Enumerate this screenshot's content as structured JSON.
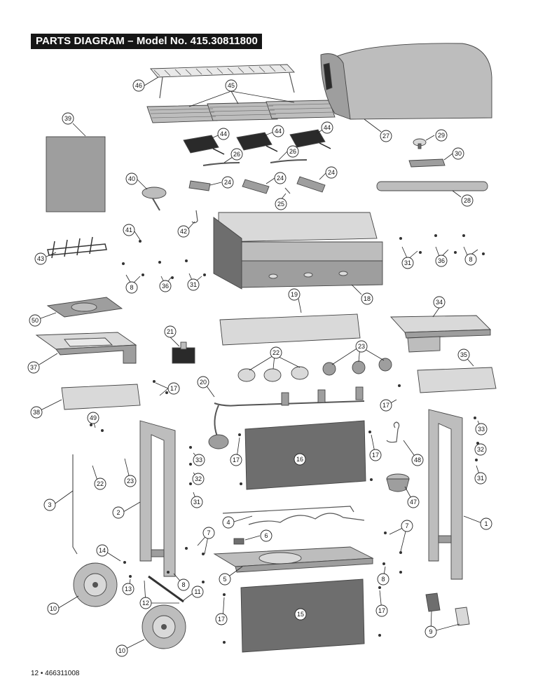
{
  "header": {
    "title": "PARTS DIAGRAM – Model No. 415.30811800"
  },
  "footer": {
    "page_ref": "12 • 466311008"
  },
  "callouts": [
    {
      "id": "c46",
      "label": "46"
    },
    {
      "id": "c45",
      "label": "45"
    },
    {
      "id": "c27",
      "label": "27"
    },
    {
      "id": "c39",
      "label": "39"
    },
    {
      "id": "c44a",
      "label": "44"
    },
    {
      "id": "c44b",
      "label": "44"
    },
    {
      "id": "c44c",
      "label": "44"
    },
    {
      "id": "c29",
      "label": "29"
    },
    {
      "id": "c30",
      "label": "30"
    },
    {
      "id": "c26a",
      "label": "26"
    },
    {
      "id": "c26b",
      "label": "26"
    },
    {
      "id": "c40",
      "label": "40"
    },
    {
      "id": "c24a",
      "label": "24"
    },
    {
      "id": "c24b",
      "label": "24"
    },
    {
      "id": "c24c",
      "label": "24"
    },
    {
      "id": "c25",
      "label": "25"
    },
    {
      "id": "c28",
      "label": "28"
    },
    {
      "id": "c42",
      "label": "42"
    },
    {
      "id": "c41",
      "label": "41"
    },
    {
      "id": "c43",
      "label": "43"
    },
    {
      "id": "c31a",
      "label": "31"
    },
    {
      "id": "c36a",
      "label": "36"
    },
    {
      "id": "c8a",
      "label": "8"
    },
    {
      "id": "c8b",
      "label": "8"
    },
    {
      "id": "c36b",
      "label": "36"
    },
    {
      "id": "c31b",
      "label": "31"
    },
    {
      "id": "c18",
      "label": "18"
    },
    {
      "id": "c19",
      "label": "19"
    },
    {
      "id": "c34",
      "label": "34"
    },
    {
      "id": "c50",
      "label": "50"
    },
    {
      "id": "c21",
      "label": "21"
    },
    {
      "id": "c37",
      "label": "37"
    },
    {
      "id": "c22a",
      "label": "22"
    },
    {
      "id": "c23a",
      "label": "23"
    },
    {
      "id": "c35",
      "label": "35"
    },
    {
      "id": "c20",
      "label": "20"
    },
    {
      "id": "c17a",
      "label": "17"
    },
    {
      "id": "c17b",
      "label": "17"
    },
    {
      "id": "c38",
      "label": "38"
    },
    {
      "id": "c49",
      "label": "49"
    },
    {
      "id": "c33a",
      "label": "33"
    },
    {
      "id": "c16",
      "label": "16"
    },
    {
      "id": "c17c",
      "label": "17"
    },
    {
      "id": "c17d",
      "label": "17"
    },
    {
      "id": "c48",
      "label": "48"
    },
    {
      "id": "c32a",
      "label": "32"
    },
    {
      "id": "c33b",
      "label": "33"
    },
    {
      "id": "c32b",
      "label": "32"
    },
    {
      "id": "c22b",
      "label": "22"
    },
    {
      "id": "c23b",
      "label": "23"
    },
    {
      "id": "c31c",
      "label": "31"
    },
    {
      "id": "c31d",
      "label": "31"
    },
    {
      "id": "c3",
      "label": "3"
    },
    {
      "id": "c2",
      "label": "2"
    },
    {
      "id": "c47",
      "label": "47"
    },
    {
      "id": "c4",
      "label": "4"
    },
    {
      "id": "c1",
      "label": "1"
    },
    {
      "id": "c7a",
      "label": "7"
    },
    {
      "id": "c6",
      "label": "6"
    },
    {
      "id": "c7b",
      "label": "7"
    },
    {
      "id": "c14",
      "label": "14"
    },
    {
      "id": "c13",
      "label": "13"
    },
    {
      "id": "c5",
      "label": "5"
    },
    {
      "id": "c8c",
      "label": "8"
    },
    {
      "id": "c8d",
      "label": "8"
    },
    {
      "id": "c11",
      "label": "11"
    },
    {
      "id": "c10a",
      "label": "10"
    },
    {
      "id": "c12",
      "label": "12"
    },
    {
      "id": "c17e",
      "label": "17"
    },
    {
      "id": "c15",
      "label": "15"
    },
    {
      "id": "c17f",
      "label": "17"
    },
    {
      "id": "c9",
      "label": "9"
    },
    {
      "id": "c10b",
      "label": "10"
    }
  ]
}
